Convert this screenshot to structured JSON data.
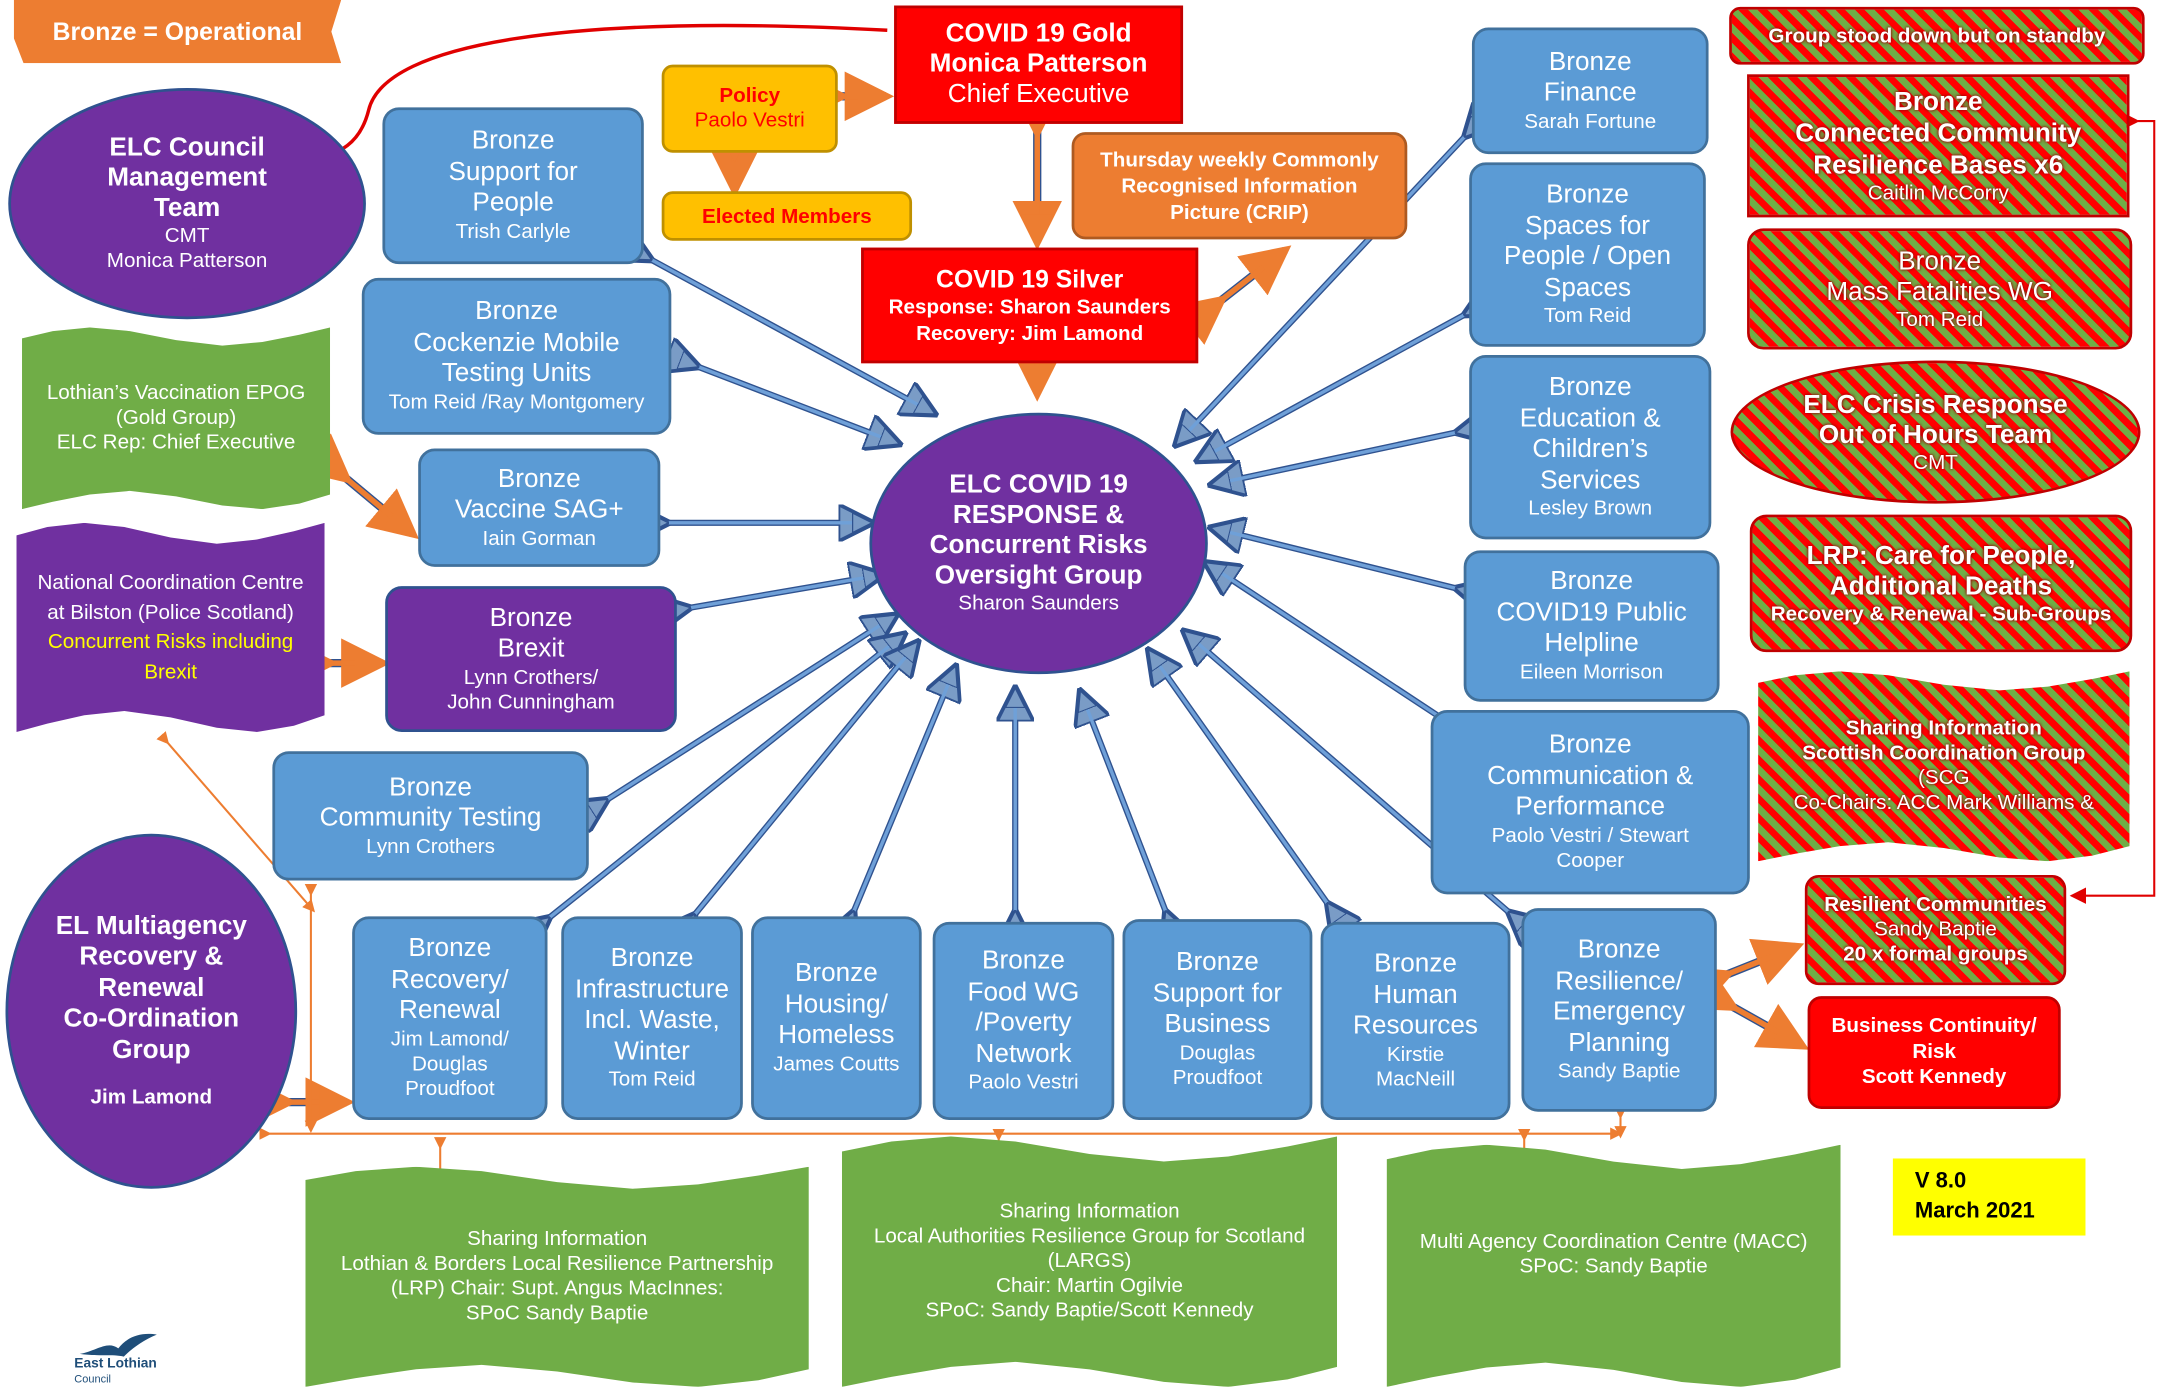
{
  "legend": {
    "bronze_label": "Bronze = Operational"
  },
  "gold": {
    "line1": "COVID 19 Gold",
    "line2": "Monica Patterson",
    "line3": "Chief Executive"
  },
  "policy": {
    "title": "Policy",
    "name": "Paolo Vestri"
  },
  "elected": {
    "label": "Elected Members"
  },
  "silver": {
    "title": "COVID 19 Silver",
    "line1": "Response: Sharon Saunders",
    "line2": "Recovery:  Jim Lamond"
  },
  "crip": {
    "line1": "Thursday weekly Commonly",
    "line2": "Recognised Information",
    "line3": "Picture (CRIP)"
  },
  "cmt": {
    "title1": "ELC Council",
    "title2": "Management",
    "title3": "Team",
    "line1": "CMT",
    "line2": "Monica Patterson"
  },
  "center": {
    "line1": "ELC COVID 19",
    "line2": "RESPONSE &",
    "line3": "Concurrent Risks",
    "line4": "Oversight Group",
    "name": "Sharon Saunders"
  },
  "epog": {
    "line1": "Lothian’s Vaccination EPOG",
    "line2": "(Gold Group)",
    "line3": "ELC Rep: Chief Executive"
  },
  "ncc": {
    "line1": "National Coordination Centre",
    "line2": "at Bilston (Police Scotland)",
    "line3": "Concurrent Risks including",
    "line4": "Brexit"
  },
  "elm": {
    "line1": "EL Multiagency",
    "line2": "Recovery &",
    "line3": "Renewal",
    "line4": "Co-Ordination",
    "line5": "Group",
    "name": "Jim Lamond"
  },
  "bronze_left": [
    {
      "t1": "Bronze",
      "t2": "Support for",
      "t3": "People",
      "s1": "Trish Carlyle"
    },
    {
      "t1": "Bronze",
      "t2": "Cockenzie Mobile",
      "t3": "Testing Units",
      "s1": "Tom Reid /Ray Montgomery"
    },
    {
      "t1": "Bronze",
      "t2": "Vaccine SAG+",
      "s1": "Iain Gorman"
    },
    {
      "t1": "Bronze",
      "t2": "Brexit",
      "s1": "Lynn Crothers/",
      "s2": "John Cunningham"
    },
    {
      "t1": "Bronze",
      "t2": "Community Testing",
      "s1": "Lynn Crothers"
    }
  ],
  "bronze_right": [
    {
      "t1": "Bronze",
      "t2": "Finance",
      "s1": "Sarah Fortune"
    },
    {
      "t1": "Bronze",
      "t2": "Spaces for",
      "t3": "People / Open",
      "t4": "Spaces",
      "s1": "Tom Reid"
    },
    {
      "t1": "Bronze",
      "t2": "Education &",
      "t3": "Children’s",
      "t4": "Services",
      "s1": "Lesley Brown"
    },
    {
      "t1": "Bronze",
      "t2": "COVID19 Public",
      "t3": "Helpline",
      "s1": "Eileen Morrison"
    },
    {
      "t1": "Bronze",
      "t2": "Communication &",
      "t3": "Performance",
      "s1": "Paolo Vestri / Stewart",
      "s2": "Cooper"
    }
  ],
  "bronze_bottom": [
    {
      "t1": "Bronze",
      "t2": "Recovery/",
      "t3": "Renewal",
      "s1": "Jim Lamond/",
      "s2": "Douglas",
      "s3": "Proudfoot"
    },
    {
      "t1": "Bronze",
      "t2": "Infrastructure",
      "t3": "Incl. Waste,",
      "t4": "Winter",
      "s1": "Tom Reid"
    },
    {
      "t1": "Bronze",
      "t2": "Housing/",
      "t3": "Homeless",
      "s1": "James Coutts"
    },
    {
      "t1": "Bronze",
      "t2": "Food WG",
      "t3": "/Poverty",
      "t4": "Network",
      "s1": "Paolo Vestri"
    },
    {
      "t1": "Bronze",
      "t2": "Support for",
      "t3": "Business",
      "s1": "Douglas",
      "s2": "Proudfoot"
    },
    {
      "t1": "Bronze",
      "t2": "Human",
      "t3": "Resources",
      "s1": "Kirstie",
      "s2": "MacNeill"
    },
    {
      "t1": "Bronze",
      "t2": "Resilience/",
      "t3": "Emergency",
      "t4": "Planning",
      "s1": "Sandy Baptie"
    }
  ],
  "standby": {
    "label": "Group stood down but on standby"
  },
  "hatched": {
    "connected": {
      "line1": "Bronze",
      "line2": "Connected Community",
      "line3": "Resilience Bases  x6",
      "name": "Caitlin McCorry"
    },
    "fatalities": {
      "line1": "Bronze",
      "line2": "Mass Fatalities WG",
      "name": "Tom Reid"
    },
    "crisis": {
      "line1": "ELC Crisis Response",
      "line2": "Out of Hours Team",
      "name": "CMT"
    },
    "lrp": {
      "line1": "LRP:  Care for People,",
      "line2": "Additional Deaths",
      "line3": "Recovery & Renewal - Sub-Groups"
    },
    "scg": {
      "line1": "Sharing Information",
      "line2": "Scottish Coordination Group",
      "line3": "(SCG",
      "line4": "Co-Chairs: ACC Mark Williams &"
    }
  },
  "resilient": {
    "line1": "Resilient Communities",
    "line2": "Sandy Baptie",
    "line3": "20 x formal groups"
  },
  "business": {
    "line1": "Business Continuity/",
    "line2": "Risk",
    "line3": "Scott Kennedy"
  },
  "version": {
    "line1": "V 8.0",
    "line2": "March 2021"
  },
  "sharing": [
    {
      "line1": "Sharing Information",
      "line2": "Lothian & Borders Local Resilience Partnership",
      "line3": "(LRP) Chair: Supt. Angus MacInnes:",
      "line4": "SPoC Sandy Baptie"
    },
    {
      "line1": "Sharing Information",
      "line2": "Local Authorities Resilience Group for Scotland",
      "line3": "(LARGS)",
      "line4": "Chair: Martin Ogilvie",
      "line5": "SPoC: Sandy Baptie/Scott Kennedy"
    },
    {
      "line1": "Multi Agency Coordination Centre (MACC)",
      "line2": "SPoC: Sandy Baptie"
    }
  ],
  "logo": {
    "line1": "East Lothian",
    "line2": "Council"
  },
  "colors": {
    "bronze": "#5b9bd5",
    "purple": "#7030a0",
    "red": "#ff0000",
    "orange": "#ed7d31",
    "green": "#70ad47",
    "yellow": "#ffff00"
  }
}
